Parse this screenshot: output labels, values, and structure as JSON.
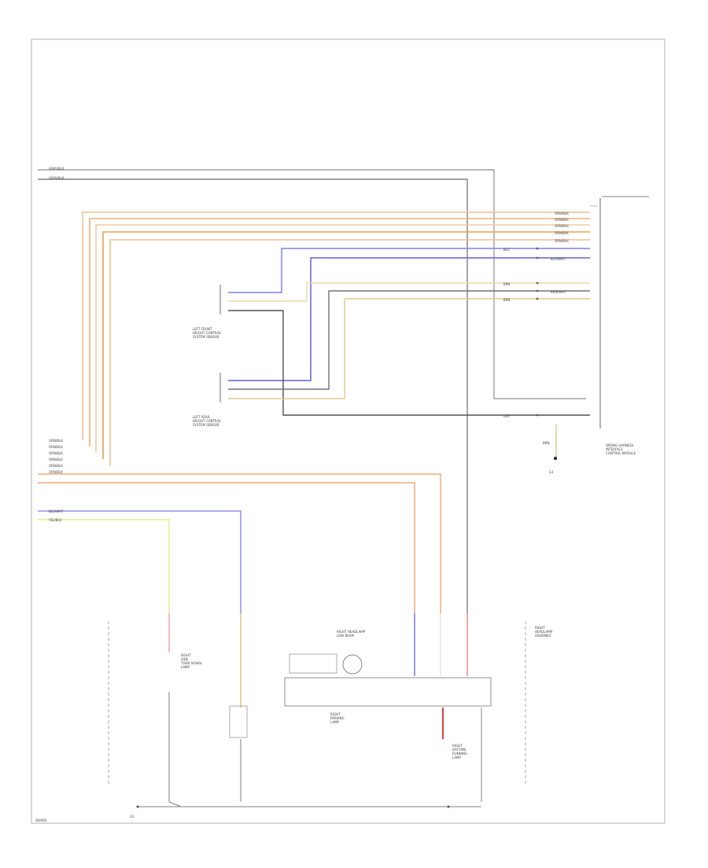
{
  "title": "",
  "page_code": "W0000",
  "ground_label": "G1",
  "module": {
    "label": "WIRING HARNESS\nINTERFACE\nCONTROL MODULE"
  },
  "sensor_upper": {
    "label": "LEFT FRONT\nHEIGHT CONTROL\nSYSTEM SENSOR"
  },
  "sensor_lower": {
    "label": "LEFT REAR\nHEIGHT CONTROL\nSYSTEM SENSOR"
  },
  "right_headlamp": {
    "label": "RIGHT\nHEADLAMP\nASSEMBLY"
  },
  "low_beam_label": "RIGHT HEADLAMP\nLOW BEAM",
  "turn_lamp_label": "RIGHT\nSIDE\nTURN SIGNAL\nLAMP",
  "parking_label": "RIGHT\nPARKING\nLAMP",
  "pos_lamp_label": "RIGHT\nDAYTIME\nRUNNING\nLAMP",
  "wire_labels": {
    "top": [
      "GRAY/BLK",
      "GRAY/BLK"
    ],
    "orange_bus": [
      "ORN/BLK",
      "ORN/BLK",
      "ORN/BLK",
      "ORN/BLK",
      "ORN/BLK"
    ],
    "left_bus": [
      "ORN/BLK",
      "ORN/BLK",
      "ORN/BLK",
      "ORN/BLK",
      "ORN/BLK",
      "ORN/BLK"
    ],
    "bottom_left": [
      "BLU/WHT",
      "YEL/BLK"
    ],
    "module_pins_blue": [
      "BLU",
      "BLU/WHT"
    ],
    "module_pins_mid": [
      "BRN",
      "BRN/WHT",
      "BRN"
    ],
    "module_pin_gray": "GRY",
    "ground_wire": "BRN"
  },
  "colors": {
    "orange": "#f0b070",
    "orange_dark": "#e8a050",
    "peach": "#f6c9a0",
    "tan": "#e8d0a0",
    "blue": "#7070e0",
    "blue_light": "#9090f0",
    "gray": "#909090",
    "dark": "#505050",
    "yellow": "#e0e070",
    "red": "#f08080"
  }
}
